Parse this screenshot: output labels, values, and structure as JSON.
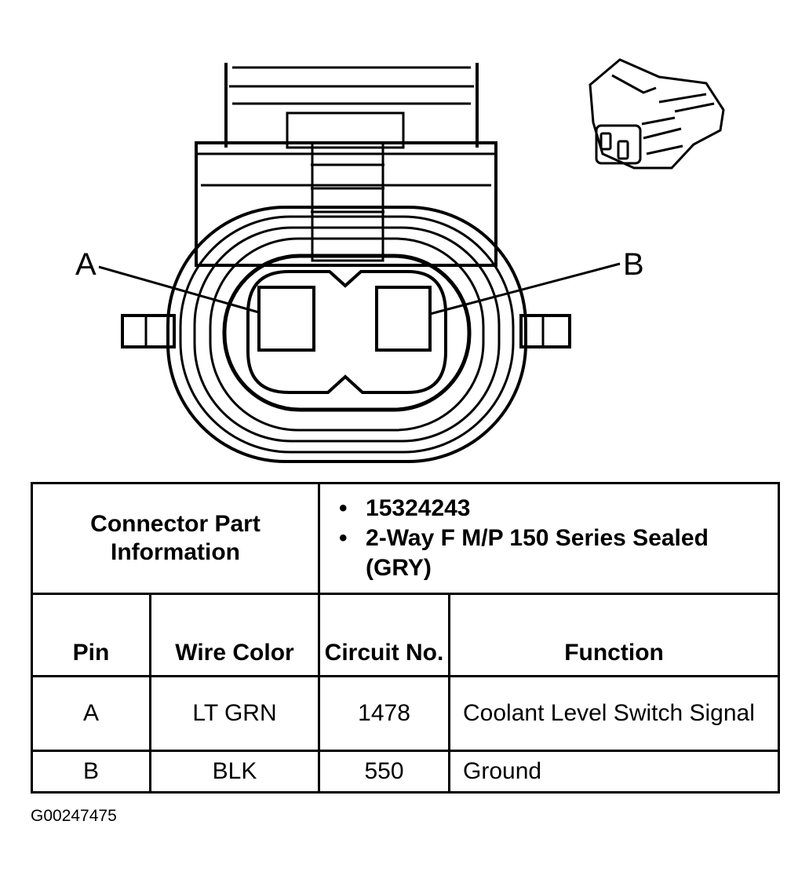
{
  "diagram": {
    "pin_labels": {
      "a": "A",
      "b": "B"
    }
  },
  "table": {
    "part_info_label": "Connector Part Information",
    "part_info_items": [
      "15324243",
      "2-Way F M/P 150 Series Sealed (GRY)"
    ],
    "headers": {
      "pin": "Pin",
      "wire_color": "Wire Color",
      "circuit": "Circuit No.",
      "function": "Function"
    },
    "rows": [
      {
        "pin": "A",
        "wire_color": "LT GRN",
        "circuit": "1478",
        "function": "Coolant Level Switch Signal"
      },
      {
        "pin": "B",
        "wire_color": "BLK",
        "circuit": "550",
        "function": "Ground"
      }
    ]
  },
  "figure_id": "G00247475"
}
